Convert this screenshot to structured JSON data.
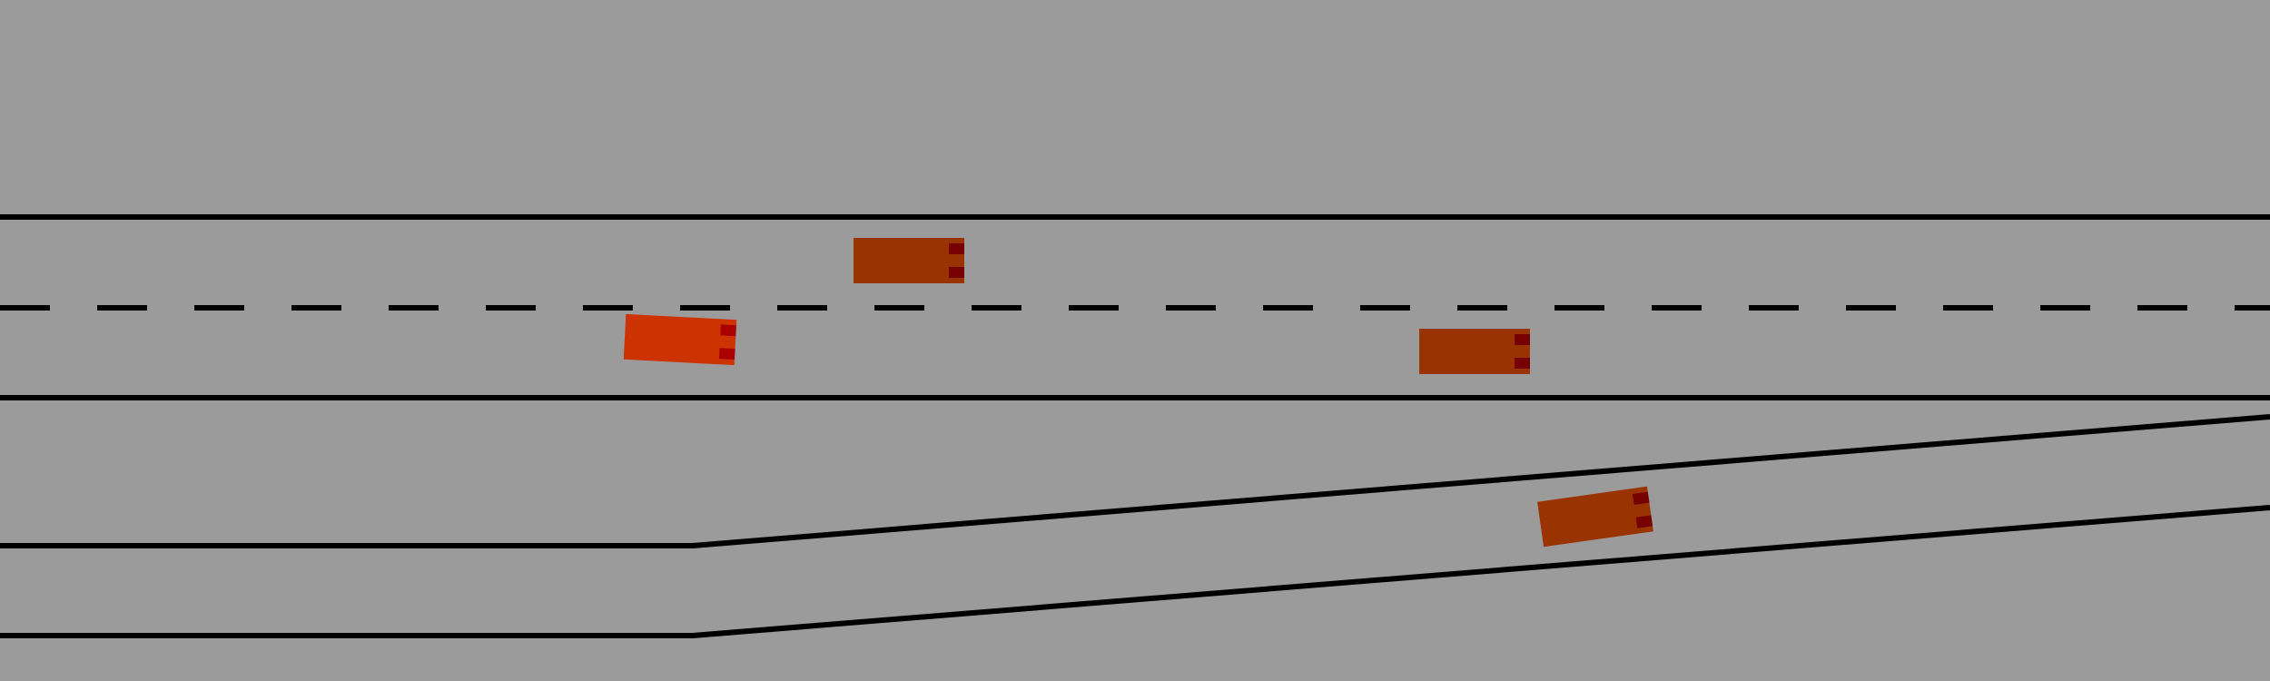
{
  "scene": {
    "background_color": "#9b9b9b",
    "line_color": "#000000"
  },
  "vehicles": [
    {
      "id": "ego-vehicle",
      "role": "ego",
      "heading_deg": 3,
      "body_color": "#cc3300",
      "light_color": "#aa0000"
    },
    {
      "id": "vehicle-1",
      "role": "traffic",
      "heading_deg": 0,
      "body_color": "#993300",
      "light_color": "#770000"
    },
    {
      "id": "vehicle-2",
      "role": "traffic",
      "heading_deg": 0,
      "body_color": "#993300",
      "light_color": "#770000"
    },
    {
      "id": "vehicle-3",
      "role": "traffic",
      "heading_deg": -8,
      "body_color": "#993300",
      "light_color": "#770000"
    }
  ]
}
